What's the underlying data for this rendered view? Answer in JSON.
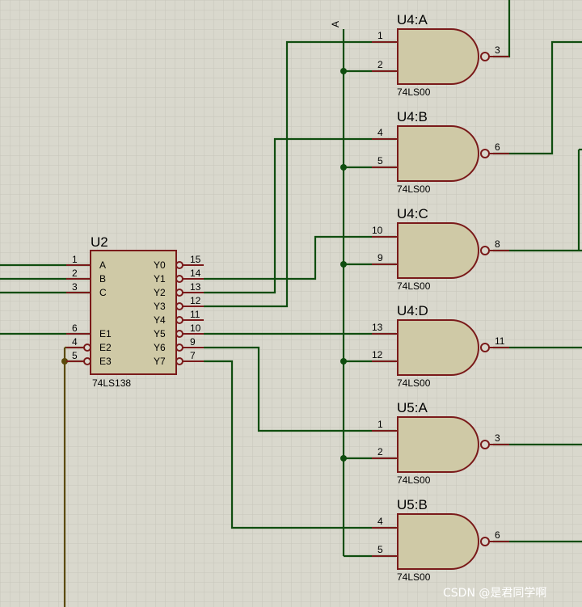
{
  "net_label": "A",
  "decoder": {
    "ref": "U2",
    "part": "74LS138",
    "inputs": [
      {
        "num": "1",
        "name": "A"
      },
      {
        "num": "2",
        "name": "B"
      },
      {
        "num": "3",
        "name": "C"
      },
      {
        "num": "6",
        "name": "E1"
      },
      {
        "num": "4",
        "name": "E2"
      },
      {
        "num": "5",
        "name": "E3"
      }
    ],
    "outputs": [
      {
        "num": "15",
        "name": "Y0"
      },
      {
        "num": "14",
        "name": "Y1"
      },
      {
        "num": "13",
        "name": "Y2"
      },
      {
        "num": "12",
        "name": "Y3"
      },
      {
        "num": "11",
        "name": "Y4"
      },
      {
        "num": "10",
        "name": "Y5"
      },
      {
        "num": "9",
        "name": "Y6"
      },
      {
        "num": "7",
        "name": "Y7"
      }
    ]
  },
  "gates": [
    {
      "ref": "U4:A",
      "part": "74LS00",
      "pin_a": "1",
      "pin_b": "2",
      "pin_out": "3"
    },
    {
      "ref": "U4:B",
      "part": "74LS00",
      "pin_a": "4",
      "pin_b": "5",
      "pin_out": "6"
    },
    {
      "ref": "U4:C",
      "part": "74LS00",
      "pin_a": "10",
      "pin_b": "9",
      "pin_out": "8"
    },
    {
      "ref": "U4:D",
      "part": "74LS00",
      "pin_a": "13",
      "pin_b": "12",
      "pin_out": "11"
    },
    {
      "ref": "U5:A",
      "part": "74LS00",
      "pin_a": "1",
      "pin_b": "2",
      "pin_out": "3"
    },
    {
      "ref": "U5:B",
      "part": "74LS00",
      "pin_a": "4",
      "pin_b": "5",
      "pin_out": "6"
    }
  ],
  "watermark": "CSDN @是君同学啊",
  "colors": {
    "wire": "#0f4d0f",
    "pin": "#7a1a1a",
    "body": "#cfc9a6",
    "background": "#d9d8cd"
  }
}
